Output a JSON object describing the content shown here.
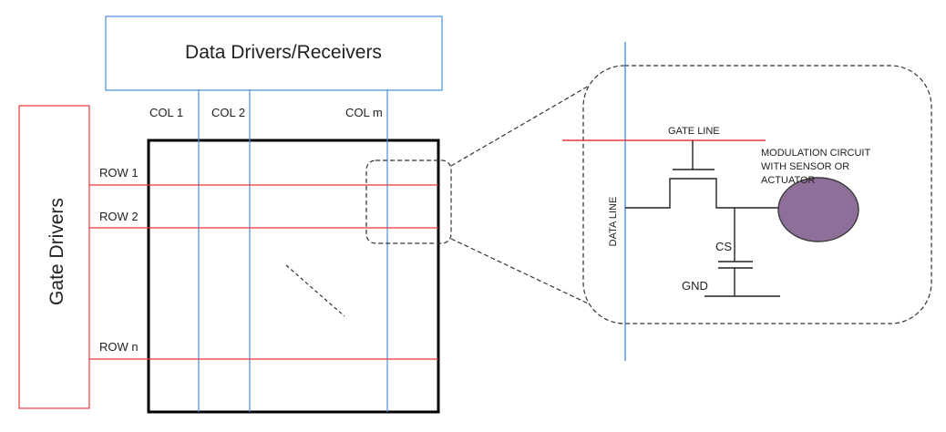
{
  "data_drivers_label": "Data Drivers/Receivers",
  "gate_drivers_label": "Gate Drivers",
  "columns": [
    "COL 1",
    "COL 2",
    "COL m"
  ],
  "rows": [
    "ROW 1",
    "ROW 2",
    "ROW n"
  ],
  "detail": {
    "gate_line_label": "GATE LINE",
    "data_line_label": "DATA LINE",
    "modulation_label_lines": [
      "MODULATION CIRCUIT",
      "WITH SENSOR OR",
      "ACTUATOR"
    ],
    "cs_label": "CS",
    "gnd_label": "GND"
  },
  "colors": {
    "data_line": "#4a90e2",
    "gate_line": "#e8383d",
    "sensor_fill": "#8e6f9a",
    "array_border": "#000000",
    "dashed": "#333333"
  }
}
